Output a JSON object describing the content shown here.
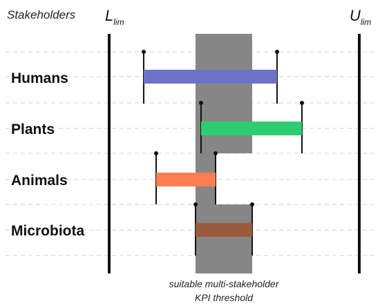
{
  "header": {
    "stakeholders_label": "Stakeholders",
    "lower_limit": {
      "symbol": "L",
      "subscript": "lim"
    },
    "upper_limit": {
      "symbol": "U",
      "subscript": "lim"
    }
  },
  "stakeholders": [
    {
      "name": "Humans",
      "color": "#6b73c6"
    },
    {
      "name": "Plants",
      "color": "#2ecc71"
    },
    {
      "name": "Animals",
      "color": "#ff7f50"
    },
    {
      "name": "Microbiota",
      "color": "#9a5a3c"
    }
  ],
  "threshold": {
    "label_line1": "suitable multi-stakeholder",
    "label_line2": "KPI threshold",
    "color": "#808080"
  }
}
